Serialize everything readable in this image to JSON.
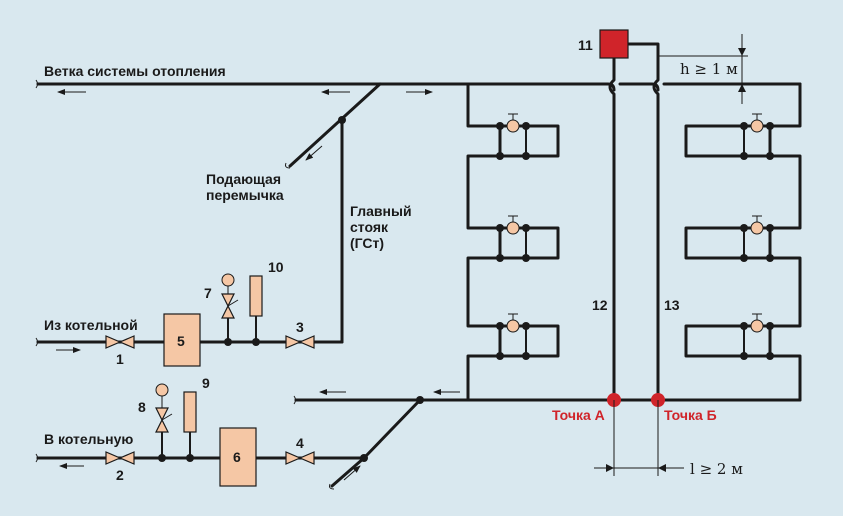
{
  "labels": {
    "branch": "Ветка системы отопления",
    "from_boiler": "Из котельной",
    "to_boiler": "В котельную",
    "jumper_1": "Подающая",
    "jumper_2": "перемычка",
    "riser_1": "Главный",
    "riser_2": "стояк",
    "riser_3": "(ГСт)",
    "point_a": "Точка А",
    "point_b": "Точка Б",
    "height_rule": "h ≥ 1 м",
    "length_rule": "l ≥ 2 м"
  },
  "numbers": {
    "n1": "1",
    "n2": "2",
    "n3": "3",
    "n4": "4",
    "n5": "5",
    "n6": "6",
    "n7": "7",
    "n8": "8",
    "n9": "9",
    "n10": "10",
    "n11": "11",
    "n12": "12",
    "n13": "13"
  },
  "colors": {
    "background": "#d9e8ef",
    "pipe": "#1a1a1a",
    "equipment": "#f5c7a5",
    "accent": "#d0242a"
  }
}
